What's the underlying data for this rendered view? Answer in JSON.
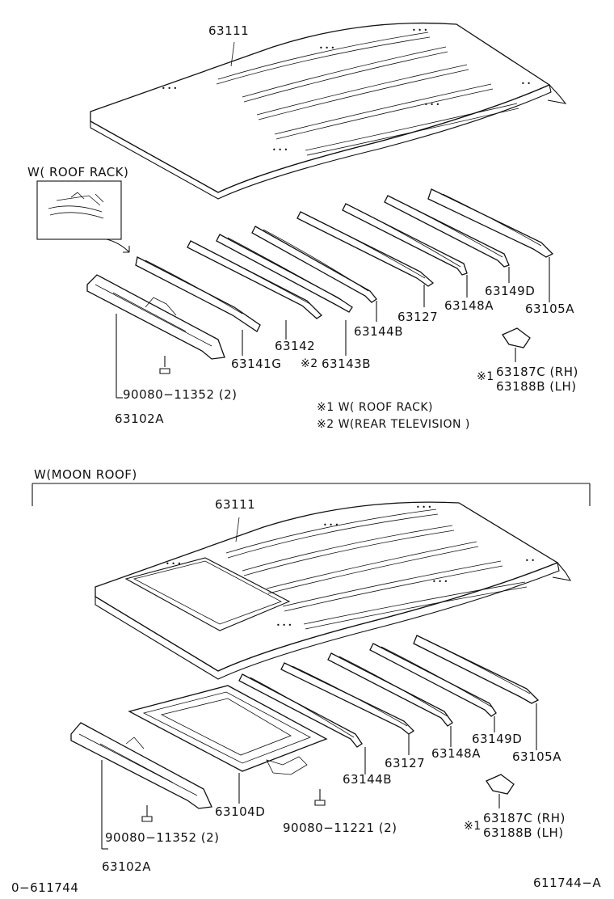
{
  "top": {
    "roof_panel": "63111",
    "roof_rack_box_label": "W( ROOF  RACK)",
    "bows": {
      "b1": "63141G",
      "b2": "63142",
      "b3_mark": "※2",
      "b3": "63143B",
      "b4": "63144B",
      "b5": "63127",
      "b6": "63148A",
      "b7": "63149D",
      "b8": "63105A"
    },
    "front_header": "63102A",
    "screw": "90080−11352 (2)",
    "bracket_mark": "※1",
    "bracket_rh": "63187C (RH)",
    "bracket_lh": "63188B (LH)",
    "note1": "※1  W( ROOF  RACK)",
    "note2": "※2  W(REAR  TELEVISION )"
  },
  "bottom": {
    "section_label": "W(MOON ROOF)",
    "roof_panel": "63111",
    "bows": {
      "b4": "63144B",
      "b5": "63127",
      "b6": "63148A",
      "b7": "63149D",
      "b8": "63105A"
    },
    "frame": "63104D",
    "frame_screw": "90080−11221 (2)",
    "front_header": "63102A",
    "screw": "90080−11352 (2)",
    "bracket_mark": "※1",
    "bracket_rh": "63187C (RH)",
    "bracket_lh": "63188B (LH)"
  },
  "footer": {
    "left_code": "0−611744",
    "right_code": "611744−A"
  }
}
